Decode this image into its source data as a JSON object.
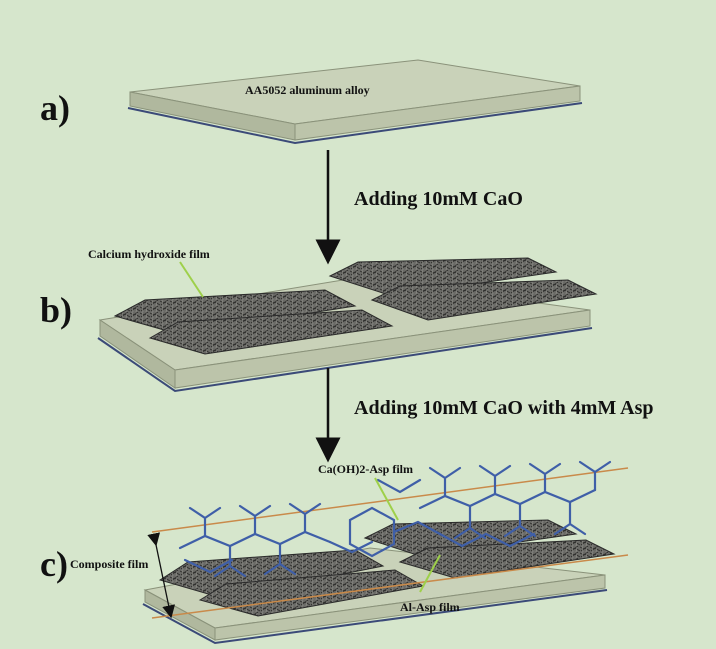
{
  "panels": {
    "a": {
      "label": "a)",
      "substrate_label": "AA5052 aluminum alloy"
    },
    "b": {
      "label": "b)",
      "film_label": "Calcium hydroxide film"
    },
    "c": {
      "label": "c)",
      "top_film_label": "Ca(OH)2-Asp film",
      "composite_label": "Composite film",
      "bottom_film_label": "Al-Asp film"
    }
  },
  "steps": {
    "step1": "Adding 10mM CaO",
    "step2": "Adding 10mM CaO with 4mM Asp"
  },
  "colors": {
    "background": "#d6e6cc",
    "plate_top": "#c9d2b9",
    "plate_front": "#b5bda2",
    "plate_edge": "#3b4a78",
    "film": "#5a5a5a",
    "network": "#3f5fa8",
    "boundary_line": "#c98a4a",
    "callout": "#9ed04a"
  }
}
